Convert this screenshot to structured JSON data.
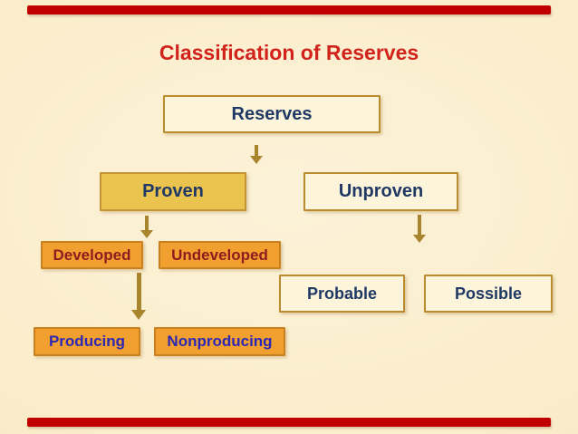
{
  "slide": {
    "title": "Classification of Reserves",
    "colors": {
      "background_center": "#FCF2D8",
      "background_edge": "#F3E2B6",
      "accent_bar": "#C00000",
      "title_text": "#D1221B",
      "navy_text": "#1F3864",
      "dark_red_text": "#8F1A1F",
      "blue_text": "#2D28B4",
      "cream_box_fill": "#FDF5DB",
      "cream_box_border": "#BA8C2F",
      "gold_box_fill": "#EBC44F",
      "gold_box_border": "#C49435",
      "orange_box_fill": "#F1A02F",
      "orange_box_border": "#C8811E",
      "arrow": "#A8842C"
    }
  },
  "nodes": {
    "reserves": {
      "label": "Reserves"
    },
    "proven": {
      "label": "Proven"
    },
    "unproven": {
      "label": "Unproven"
    },
    "developed": {
      "label": "Developed"
    },
    "undeveloped": {
      "label": "Undeveloped"
    },
    "probable": {
      "label": "Probable"
    },
    "possible": {
      "label": "Possible"
    },
    "producing": {
      "label": "Producing"
    },
    "nonproducing": {
      "label": "Nonproducing"
    }
  },
  "hierarchy": {
    "Reserves": [
      "Proven",
      "Unproven"
    ],
    "Proven": [
      "Developed",
      "Undeveloped"
    ],
    "Unproven": [
      "Probable",
      "Possible"
    ],
    "Developed": [
      "Producing",
      "Nonproducing"
    ]
  }
}
